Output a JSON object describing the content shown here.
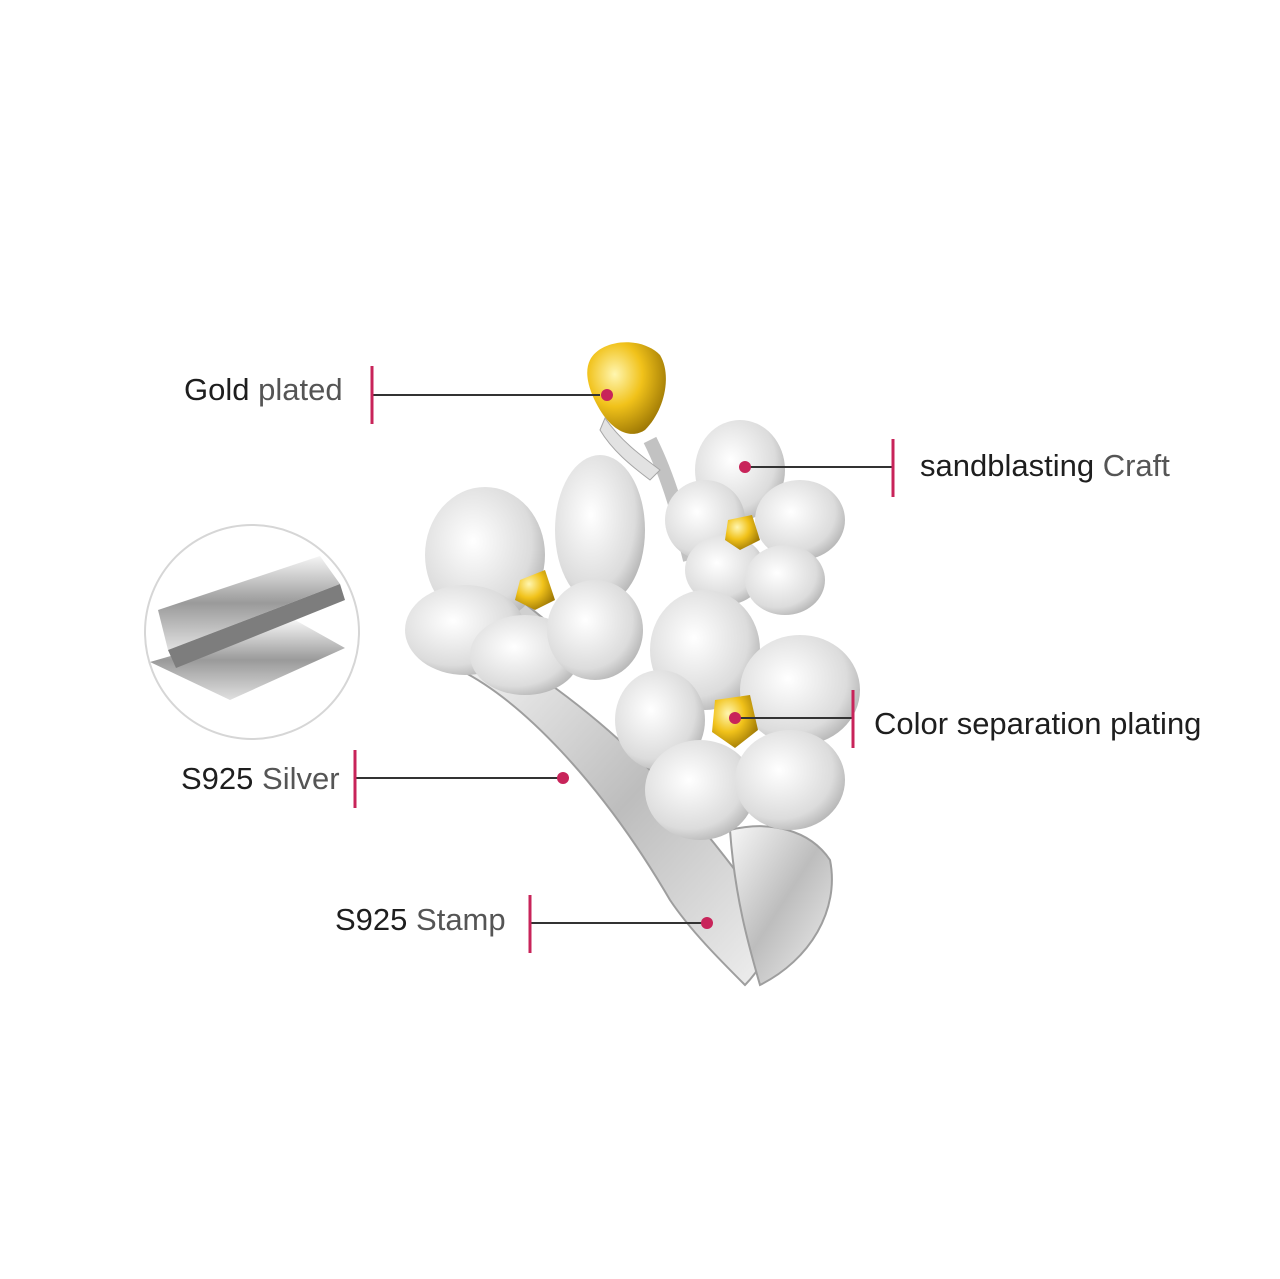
{
  "callouts": {
    "gold_plated": {
      "bold": "Gold",
      "light": "plated"
    },
    "sandblasting": {
      "bold": "sandblasting",
      "light": "Craft"
    },
    "color_separation": {
      "bold": "Color separation plating",
      "light": ""
    },
    "s925_silver": {
      "bold": "S925",
      "light": "Silver"
    },
    "s925_stamp": {
      "bold": "S925",
      "light": "Stamp"
    }
  },
  "colors": {
    "accent": "#c8245a",
    "line": "#333333",
    "silver": "#d9d9d9",
    "gold": "#e8b20c"
  }
}
